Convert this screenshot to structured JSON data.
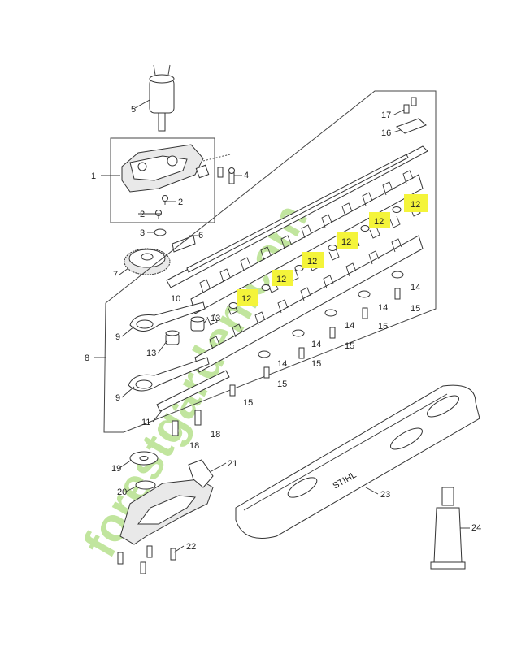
{
  "callouts": {
    "c1": "1",
    "c2a": "2",
    "c2b": "2",
    "c3": "3",
    "c4": "4",
    "c5": "5",
    "c6": "6",
    "c7": "7",
    "c8": "8",
    "c9a": "9",
    "c9b": "9",
    "c10": "10",
    "c11": "11",
    "c12a": "12",
    "c12b": "12",
    "c12c": "12",
    "c12d": "12",
    "c12e": "12",
    "c12f": "12",
    "c13a": "13",
    "c13b": "13",
    "c14a": "14",
    "c14b": "14",
    "c14c": "14",
    "c14d": "14",
    "c14e": "14",
    "c15a": "15",
    "c15b": "15",
    "c15c": "15",
    "c15d": "15",
    "c15e": "15",
    "c15f": "15",
    "c16": "16",
    "c17": "17",
    "c18a": "18",
    "c18b": "18",
    "c19": "19",
    "c20": "20",
    "c21": "21",
    "c22": "22",
    "c23": "23",
    "c24": "24"
  },
  "brand_text": "STIHL",
  "watermark": {
    "text": "forestgarden.com",
    "colors": [
      "#8fd14f",
      "#f4a23a",
      "#8a8a6a"
    ]
  },
  "highlight_color": "#f4f43a"
}
